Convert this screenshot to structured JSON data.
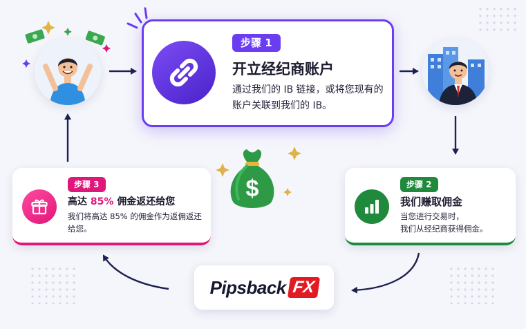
{
  "step1": {
    "badge": "步骤 1",
    "title": "开立经纪商账户",
    "description": "通过我们的 IB 链接，或将您现有的账户关联到我们的 IB。",
    "icon": "link-icon",
    "color": "#6a3df0"
  },
  "step2": {
    "badge": "步骤 2",
    "title": "我们赚取佣金",
    "description_line1": "当您进行交易时，",
    "description_line2": "我们从经纪商获得佣金。",
    "icon": "bar-chart-icon",
    "color": "#1f8a3c"
  },
  "step3": {
    "badge": "步骤 3",
    "title_prefix": "高达 ",
    "title_highlight": "85%",
    "title_suffix": " 佣金返还给您",
    "description": "我们将高达 85% 的佣金作为返佣返还给您。",
    "icon": "gift-icon",
    "color": "#e0167a"
  },
  "logo": {
    "text": "Pipsback",
    "suffix": "FX",
    "color": "#e21b23"
  },
  "center_icon": "money-bag-icon",
  "illustrations": {
    "left": "happy-trader-illustration",
    "right": "broker-businessman-illustration"
  }
}
